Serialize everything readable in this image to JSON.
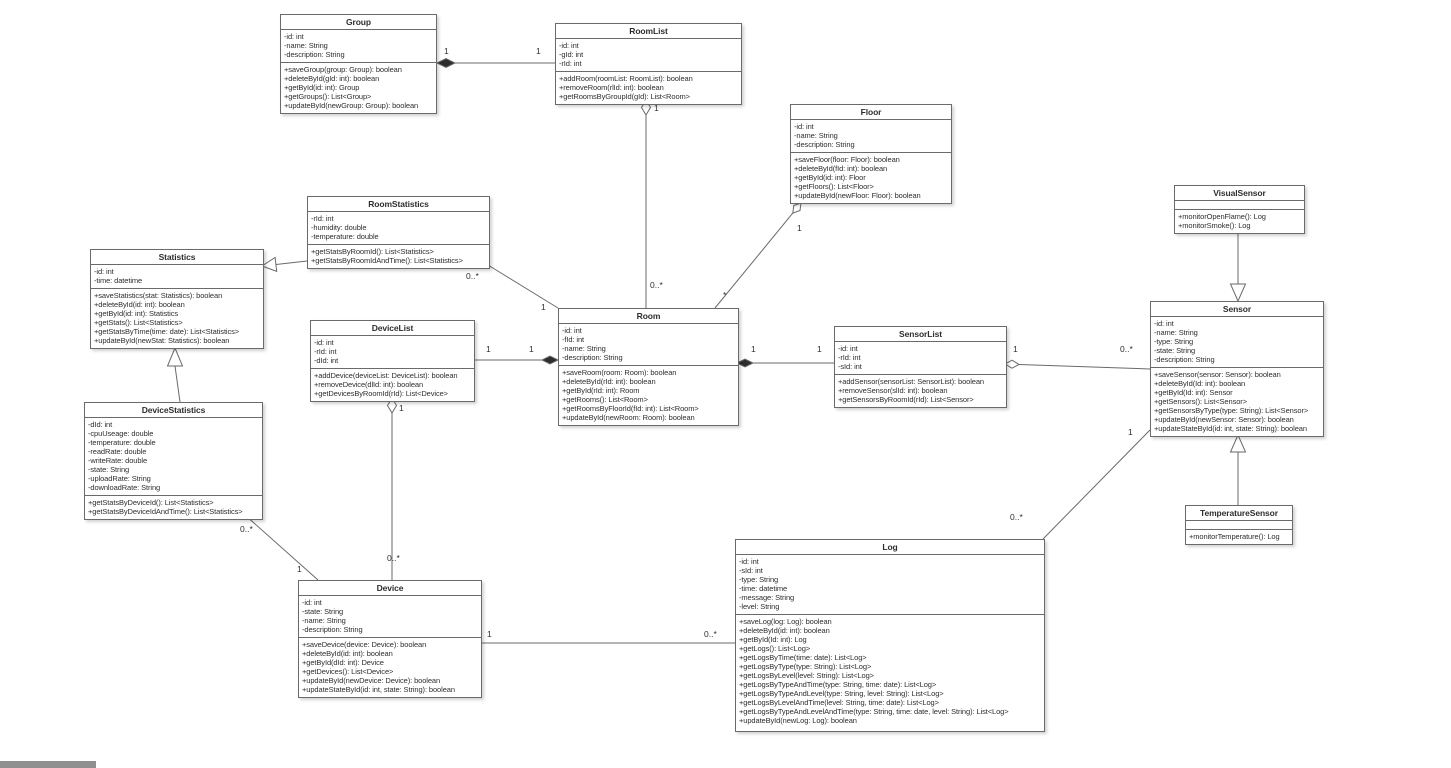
{
  "colors": {
    "box_border": "#6a6a6a",
    "line": "#6a6a6a",
    "text": "#2e2e2e",
    "background": "#ffffff"
  },
  "classes": [
    {
      "name": "Group",
      "attributes": [
        "-id: int",
        "-name: String",
        "-description: String"
      ],
      "methods": [
        "+saveGroup(group: Group): boolean",
        "+deleteById(gId: int): boolean",
        "+getById(id: int): Group",
        "+getGroups(): List<Group>",
        "+updateById(newGroup: Group): boolean"
      ]
    },
    {
      "name": "RoomList",
      "attributes": [
        "-id: int",
        "-gId: int",
        "-rId: int"
      ],
      "methods": [
        "+addRoom(roomList: RoomList): boolean",
        "+removeRoom(rlId: int): boolean",
        "+getRoomsByGroupId(gId): List<Room>"
      ]
    },
    {
      "name": "Floor",
      "attributes": [
        "-id: int",
        "-name: String",
        "-description: String"
      ],
      "methods": [
        "+saveFloor(floor: Floor): boolean",
        "+deleteById(fId: int): boolean",
        "+getById(id: int): Floor",
        "+getFloors(): List<Floor>",
        "+updateById(newFloor: Floor): boolean"
      ]
    },
    {
      "name": "RoomStatistics",
      "attributes": [
        "-rId: int",
        "-humidity: double",
        "-temperature: double"
      ],
      "methods": [
        "+getStatsByRoomId(): List<Statistics>",
        "+getStatsByRoomIdAndTime(): List<Statistics>"
      ]
    },
    {
      "name": "Statistics",
      "attributes": [
        "-id: int",
        "-time: datetime"
      ],
      "methods": [
        "+saveStatistics(stat: Statistics): boolean",
        "+deleteById(id: int): boolean",
        "+getById(id: int): Statistics",
        "+getStats(): List<Statistics>",
        "+getStatsByTime(time: date): List<Statistics>",
        "+updateById(newStat: Statistics): boolean"
      ]
    },
    {
      "name": "DeviceList",
      "attributes": [
        "-id: int",
        "-rId: int",
        "-dId: int"
      ],
      "methods": [
        "+addDevice(deviceList: DeviceList): boolean",
        "+removeDevice(dlId: int): boolean",
        "+getDevicesByRoomId(rId): List<Device>"
      ]
    },
    {
      "name": "Room",
      "attributes": [
        "-id: int",
        "-fId: int",
        "-name: String",
        "-description: String"
      ],
      "methods": [
        "+saveRoom(room: Room): boolean",
        "+deleteById(rId: int): boolean",
        "+getById(rId: int): Room",
        "+getRooms(): List<Room>",
        "+getRoomsByFloorId(fId: int): List<Room>",
        "+updateById(newRoom: Room): boolean"
      ]
    },
    {
      "name": "SensorList",
      "attributes": [
        "-id: int",
        "-rId: int",
        "-sId: int"
      ],
      "methods": [
        "+addSensor(sensorList: SensorList): boolean",
        "+removeSensor(slId: int): boolean",
        "+getSensorsByRoomId(rId): List<Sensor>"
      ]
    },
    {
      "name": "VisualSensor",
      "attributes": [],
      "methods": [
        "+monitorOpenFlame(): Log",
        "+monitorSmoke(): Log"
      ]
    },
    {
      "name": "Sensor",
      "attributes": [
        "-id: int",
        "-name: String",
        "-type: String",
        "-state: String",
        "-description: String"
      ],
      "methods": [
        "+saveSensor(sensor: Sensor): boolean",
        "+deleteById(Id: int): boolean",
        "+getById(Id: int): Sensor",
        "+getSensors(): List<Sensor>",
        "+getSensorsByType(type: String): List<Sensor>",
        "+updateById(newSensor: Sensor): boolean",
        "+updateStateById(id: int, state: String): boolean"
      ]
    },
    {
      "name": "DeviceStatistics",
      "attributes": [
        "-dId: int",
        "-cpuUseage: double",
        "-temperature: double",
        "-readRate: double",
        "-writeRate: double",
        "-state: String",
        "-uploadRate: String",
        "-downloadRate: String"
      ],
      "methods": [
        "+getStatsByDeviceId(): List<Statistics>",
        "+getStatsByDeviceIdAndTime(): List<Statistics>"
      ]
    },
    {
      "name": "Device",
      "attributes": [
        "-id: int",
        "-state: String",
        "-name: String",
        "-description: String"
      ],
      "methods": [
        "+saveDevice(device: Device): boolean",
        "+deleteById(id: int): boolean",
        "+getById(dId: int): Device",
        "+getDevices(): List<Device>",
        "+updateById(newDevice: Device): boolean",
        "+updateStateById(id: int, state: String): boolean"
      ]
    },
    {
      "name": "Log",
      "attributes": [
        "-id: int",
        "-sId: int",
        "-type: String",
        "-time: datetime",
        "-message: String",
        "-level: String"
      ],
      "methods": [
        "+saveLog(log: Log): boolean",
        "+deleteById(id: int): boolean",
        "+getById(Id: int): Log",
        "+getLogs(): List<Log>",
        "+getLogsByTime(time: date): List<Log>",
        "+getLogsByType(type: String): List<Log>",
        "+getLogsByLevel(level: String): List<Log>",
        "+getLogsByTypeAndTime(type: String, time: date): List<Log>",
        "+getLogsByTypeAndLevel(type: String, level: String): List<Log>",
        "+getLogsByLevelAndTime(level: String, time: date): List<Log>",
        "+getLogsByTypeAndLevelAndTime(type: String, time: date, level: String): List<Log>",
        "+updateById(newLog: Log): boolean"
      ]
    },
    {
      "name": "TemperatureSensor",
      "attributes": [],
      "methods": [
        "+monitorTemperature(): Log"
      ]
    }
  ],
  "labels": [
    "1",
    "1",
    "1",
    "0..*",
    "1",
    "*",
    "0..*",
    "1",
    "1",
    "1",
    "1",
    "1",
    "1",
    "0..*",
    "1",
    "0..*",
    "1",
    "0..*",
    "0..*",
    "1",
    "1",
    "0..*"
  ]
}
